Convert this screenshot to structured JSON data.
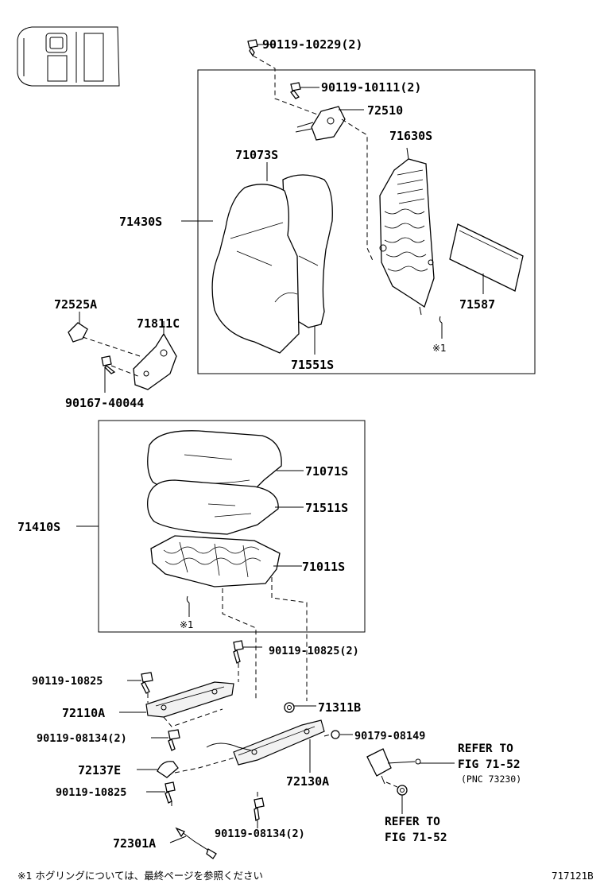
{
  "labels": {
    "p90119_10229": "90119-10229(2)",
    "p90119_10111": "90119-10111(2)",
    "p72510": "72510",
    "p71630S": "71630S",
    "p71073S": "71073S",
    "p71430S": "71430S",
    "p72525A": "72525A",
    "p71811C": "71811C",
    "p71587": "71587",
    "p71551S": "71551S",
    "p90167_40044": "90167-40044",
    "p71071S": "71071S",
    "p71511S": "71511S",
    "p71410S": "71410S",
    "p71011S": "71011S",
    "p90119_10825_2": "90119-10825(2)",
    "p90119_10825_a": "90119-10825",
    "p72110A": "72110A",
    "p71311B": "71311B",
    "p90119_08134_2a": "90119-08134(2)",
    "p90179_08149": "90179-08149",
    "p72137E": "72137E",
    "p72130A": "72130A",
    "p90119_10825_b": "90119-10825",
    "p90119_08134_2b": "90119-08134(2)",
    "p72301A": "72301A"
  },
  "marks": {
    "upper": "※1",
    "lower": "※1"
  },
  "references": {
    "ref1_line1": "REFER TO",
    "ref1_line2": "FIG 71-52",
    "ref1_pnc": "(PNC 73230)",
    "ref2_line1": "REFER TO",
    "ref2_line2": "FIG 71-52"
  },
  "footer": {
    "note": "※1  ホグリングについては、最終ページを参照ください",
    "figure_id": "717121B"
  }
}
